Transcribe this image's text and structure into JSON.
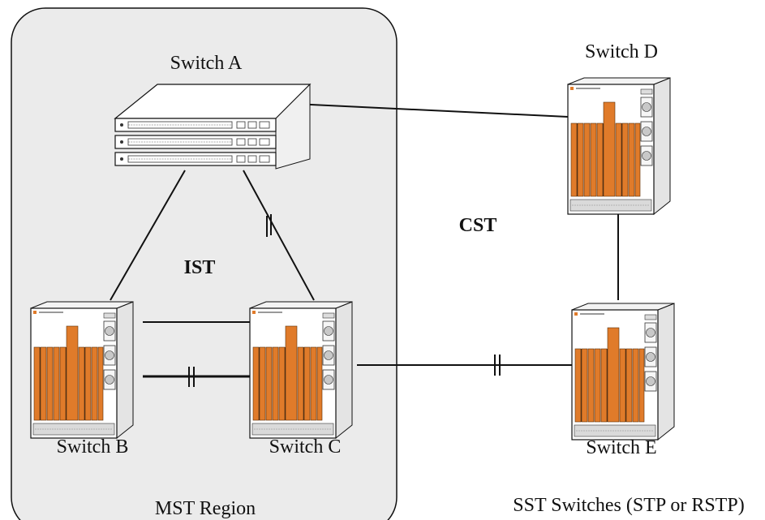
{
  "region": {
    "label": "MST Region"
  },
  "sst": {
    "label": "SST Switches (STP or RSTP)"
  },
  "protocols": {
    "ist": "IST",
    "cst": "CST"
  },
  "switches": {
    "a": "Switch A",
    "b": "Switch B",
    "c": "Switch C",
    "d": "Switch D",
    "e": "Switch E"
  },
  "colors": {
    "region_fill": "#ebebeb",
    "line": "#111111",
    "card_orange": "#e07b2a",
    "chassis": "#ffffff"
  }
}
